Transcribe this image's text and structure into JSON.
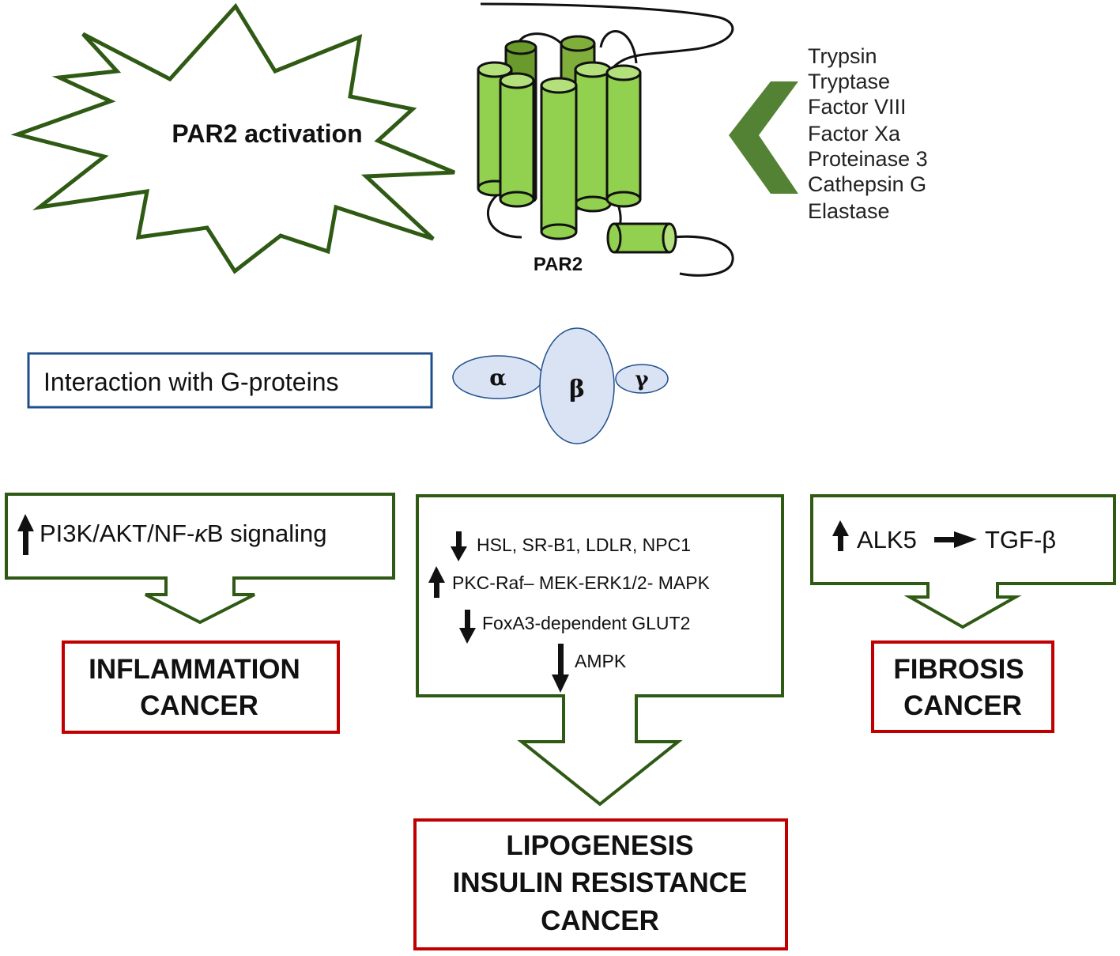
{
  "activation": {
    "label": "PAR2 activation"
  },
  "receptor": {
    "label": "PAR2"
  },
  "proteases": [
    "Trypsin",
    "Tryptase",
    "Factor VIII",
    "Factor Xa",
    "Proteinase 3",
    "Cathepsin G",
    "Elastase"
  ],
  "gprotein": {
    "label": "Interaction with G-proteins",
    "alpha": "α",
    "beta": "β",
    "gamma": "γ"
  },
  "left_branch": {
    "signal": "PI3K/AKT/NF-",
    "signal_kappa": "κ",
    "signal_tail": "B signaling",
    "signal_direction": "up",
    "outcome_line1": "INFLAMMATION",
    "outcome_line2": "CANCER"
  },
  "middle_branch": {
    "items": [
      {
        "direction": "down",
        "text": "HSL,  SR-B1, LDLR, NPC1"
      },
      {
        "direction": "up",
        "text": "PKC-Raf– MEK-ERK1/2- MAPK"
      },
      {
        "direction": "down",
        "text": "FoxA3-dependent  GLUT2"
      },
      {
        "direction": "down",
        "text": "AMPK"
      }
    ],
    "outcome_line1": "LIPOGENESIS",
    "outcome_line2": "INSULIN  RESISTANCE",
    "outcome_line3": "CANCER"
  },
  "right_branch": {
    "signal_from": "ALK5",
    "signal_to": "TGF-β",
    "signal_direction": "up",
    "outcome_line1": "FIBROSIS",
    "outcome_line2": "CANCER"
  },
  "colors": {
    "green_outline": "#2f5a14",
    "helix_light": "#92d050",
    "helix_dark": "#6b9a2c",
    "chevron": "#548235",
    "blue_border": "#1f4e8c",
    "red_border": "#c00000",
    "gprotein_fill": "#dae3f3"
  }
}
